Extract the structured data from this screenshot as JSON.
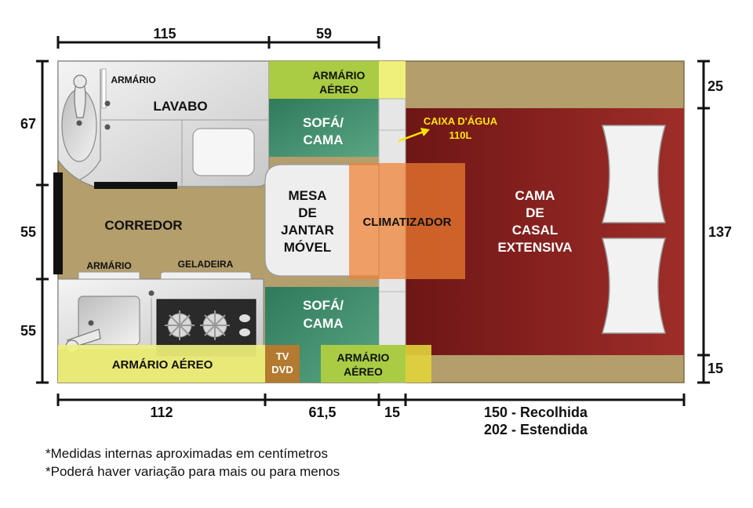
{
  "dimensions": {
    "top": [
      "115",
      "59"
    ],
    "bottom": [
      "112",
      "61,5",
      "15",
      "150 - Recolhida",
      "202 - Estendida"
    ],
    "left": [
      "67",
      "55",
      "55"
    ],
    "right": [
      "25",
      "137",
      "15"
    ]
  },
  "rooms": {
    "armario_lavabo": "ARMÁRIO",
    "lavabo": "LAVABO",
    "armario_aereo_top": [
      "ARMÁRIO",
      "AÉREO"
    ],
    "sofa_cama_top": [
      "SOFÁ/",
      "CAMA"
    ],
    "caixa_dagua": [
      "CAIXA D'ÁGUA",
      "110L"
    ],
    "corredor": "CORREDOR",
    "mesa": [
      "MESA",
      "DE",
      "JANTAR",
      "MÓVEL"
    ],
    "climatizador": "CLIMATIZADOR",
    "cama": [
      "CAMA",
      "DE",
      "CASAL",
      "EXTENSIVA"
    ],
    "armario_corredor": "ARMÁRIO",
    "geladeira": "GELADEIRA",
    "sofa_cama_bottom": [
      "SOFÁ/",
      "CAMA"
    ],
    "armario_aereo_bottom_left": "ARMÁRIO AÉREO",
    "tv_dvd": [
      "TV",
      "DVD"
    ],
    "armario_aereo_bottom_right": [
      "ARMÁRIO",
      "AÉREO"
    ]
  },
  "notes": [
    "*Medidas internas aproximadas em centímetros",
    "*Poderá haver variação para mais ou para menos"
  ],
  "colors": {
    "floor": "#b39e6c",
    "bed": "#8c2121",
    "sofa": "#3e8a6c",
    "armario_aereo": "#eef07a",
    "green_armario": "#a9cc44",
    "climatizador": "#f08030",
    "tv_dvd": "#b37a30",
    "cabinet": "#e2e2e2"
  }
}
